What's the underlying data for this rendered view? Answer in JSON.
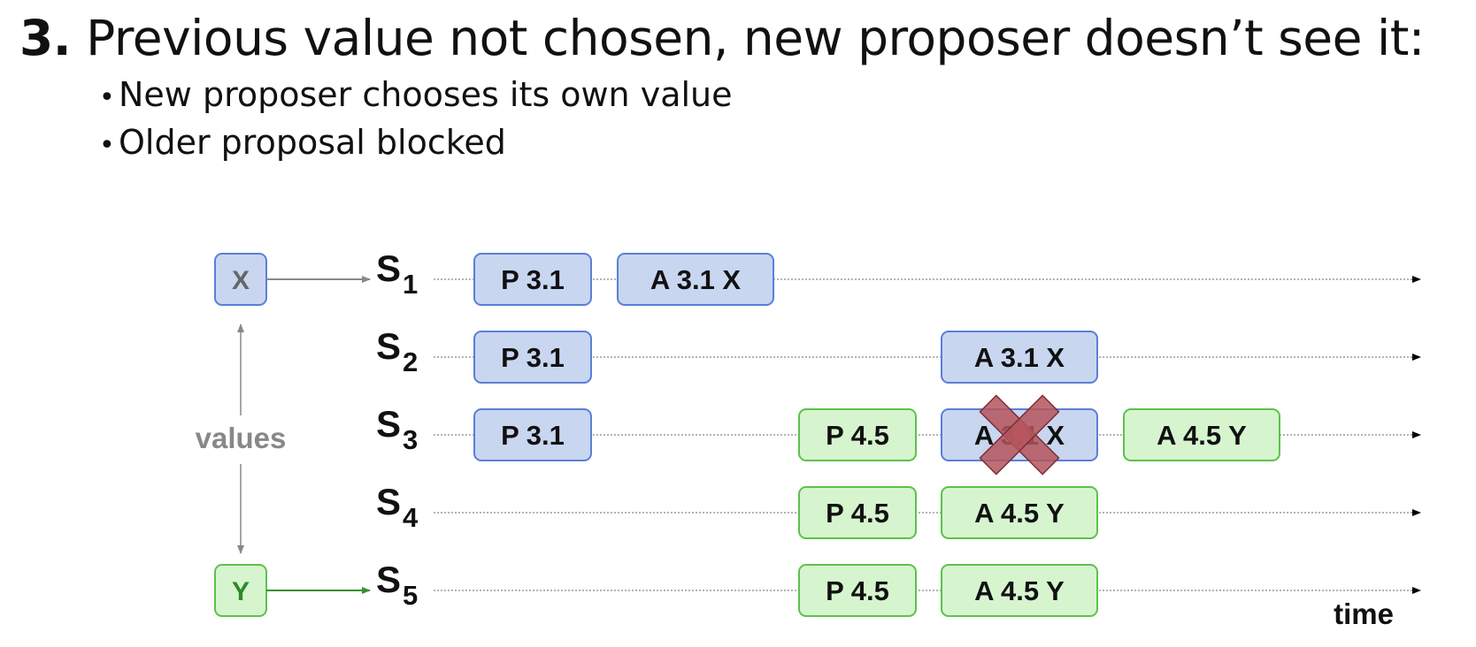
{
  "heading": {
    "number": "3.",
    "text": "Previous value not chosen, new proposer doesn’t see it:"
  },
  "bullets": [
    "New proposer chooses its own value",
    "Older proposal blocked"
  ],
  "diagram": {
    "values_label": "values",
    "time_label": "time",
    "values": [
      {
        "label": "X",
        "server": "S1",
        "color": "blue"
      },
      {
        "label": "Y",
        "server": "S5",
        "color": "green"
      }
    ],
    "servers": [
      {
        "letter": "S",
        "sub": "1",
        "messages": [
          {
            "label": "P 3.1",
            "color": "blue"
          },
          {
            "label": "A 3.1 X",
            "color": "blue"
          }
        ]
      },
      {
        "letter": "S",
        "sub": "2",
        "messages": [
          {
            "label": "P 3.1",
            "color": "blue"
          },
          {
            "label": "A 3.1 X",
            "color": "blue"
          }
        ]
      },
      {
        "letter": "S",
        "sub": "3",
        "messages": [
          {
            "label": "P 3.1",
            "color": "blue"
          },
          {
            "label": "P 4.5",
            "color": "green"
          },
          {
            "label": "A 3.1 X",
            "color": "blue",
            "rejected": true
          },
          {
            "label": "A 4.5 Y",
            "color": "green"
          }
        ]
      },
      {
        "letter": "S",
        "sub": "4",
        "messages": [
          {
            "label": "P 4.5",
            "color": "green"
          },
          {
            "label": "A 4.5 Y",
            "color": "green"
          }
        ]
      },
      {
        "letter": "S",
        "sub": "5",
        "messages": [
          {
            "label": "P 4.5",
            "color": "green"
          },
          {
            "label": "A 4.5 Y",
            "color": "green"
          }
        ]
      }
    ],
    "colors": {
      "blue_fill": "#c9d6f0",
      "blue_stroke": "#5b7fd6",
      "green_fill": "#d6f5cf",
      "green_stroke": "#5cc24a",
      "green_text": "#2e8a24",
      "value_x_text": "#666666",
      "reject_fill": "#b5555d"
    }
  }
}
